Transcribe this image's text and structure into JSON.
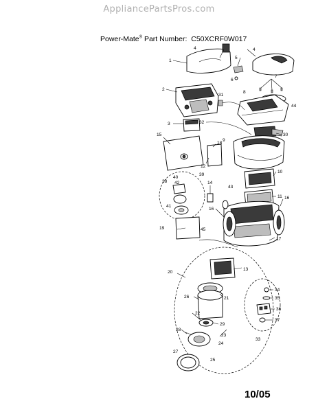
{
  "watermark": "AppliancePartsPros.com",
  "title": {
    "brand": "Power-Mate",
    "reg_mark": "®",
    "label": "Part Number:",
    "part_number": "C50XCRF0W017"
  },
  "callouts": [
    "1",
    "2",
    "3",
    "4",
    "5",
    "6",
    "7",
    "8",
    "9",
    "10",
    "11",
    "12",
    "13",
    "14",
    "15",
    "16",
    "17",
    "18",
    "19",
    "20",
    "21",
    "22",
    "23",
    "24",
    "25",
    "26",
    "27",
    "28",
    "29",
    "30",
    "31",
    "32",
    "33",
    "34",
    "35",
    "36",
    "37",
    "38",
    "39",
    "40",
    "41",
    "42",
    "43",
    "44",
    "45"
  ],
  "footer": {
    "date_code": "10/05"
  }
}
